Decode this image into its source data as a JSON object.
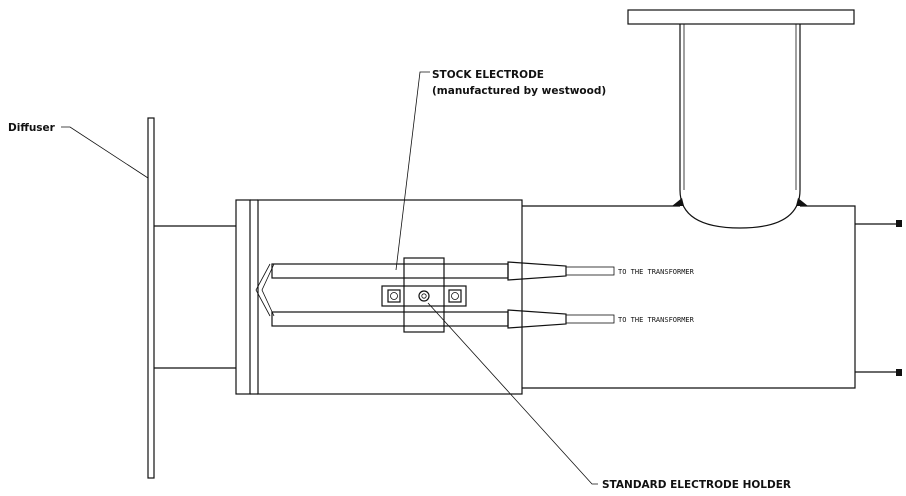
{
  "labels": {
    "diffuser": "Diffuser",
    "stock_electrode_line1": "STOCK ELECTRODE",
    "stock_electrode_line2": "(manufactured by westwood)",
    "transformer_top": "TO THE TRANSFORMER",
    "transformer_bottom": "TO THE TRANSFORMER",
    "electrode_holder": "STANDARD ELECTRODE HOLDER"
  },
  "colors": {
    "line": "#111111",
    "background": "#ffffff"
  }
}
